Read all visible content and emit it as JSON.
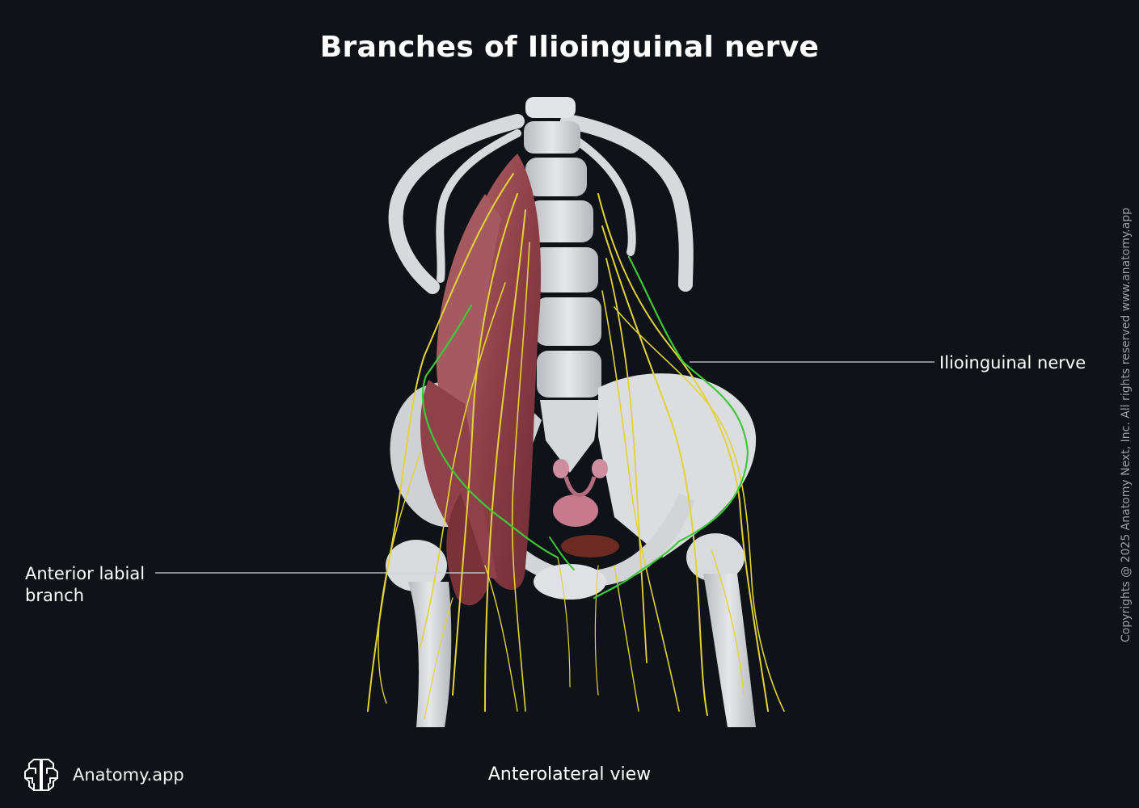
{
  "title": "Branches of Ilioinguinal nerve",
  "labels": {
    "ilioinguinal_nerve": "Ilioinguinal nerve",
    "anterior_labial_line1": "Anterior labial",
    "anterior_labial_line2": "branch"
  },
  "view": "Anterolateral view",
  "brand": {
    "name": "Anatomy.app",
    "icon": "brain-icon"
  },
  "copyright": "Copyrights @ 2025 Anatomy Next, Inc. All rights reserved www.anatomy.app",
  "colors": {
    "background": "#0f1318",
    "bone": "#dcdde0",
    "muscle": "#9e4c52",
    "nerve": "#e2d23a",
    "highlighted_nerve": "#3fc83a",
    "leader_line": "#cfd2d6"
  }
}
